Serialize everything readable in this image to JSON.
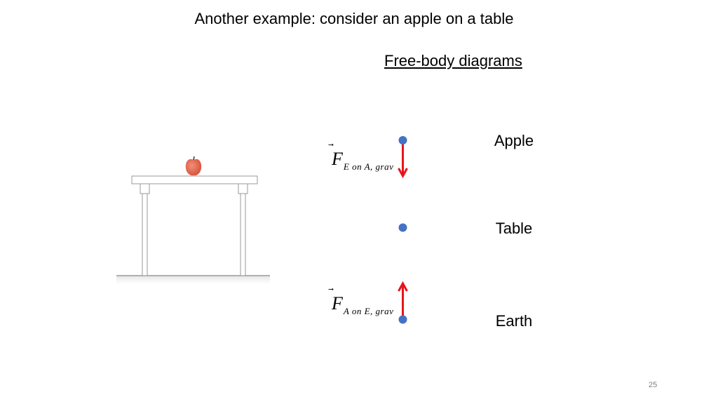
{
  "slide": {
    "title": "Another example: consider an apple on a table",
    "subtitle": "Free-body diagrams",
    "page_number": "25"
  },
  "objects": [
    {
      "label": "Apple"
    },
    {
      "label": "Table"
    },
    {
      "label": "Earth"
    }
  ],
  "forces": {
    "earth_on_apple": {
      "symbol": "F",
      "subscript": "E on A, grav",
      "direction": "down",
      "color": "#e8141a"
    },
    "apple_on_earth": {
      "symbol": "F",
      "subscript": "A on E, grav",
      "direction": "up",
      "color": "#e8141a"
    }
  },
  "colors": {
    "dot": "#4472c4",
    "arrow": "#e8141a",
    "apple": "#e8604a"
  }
}
